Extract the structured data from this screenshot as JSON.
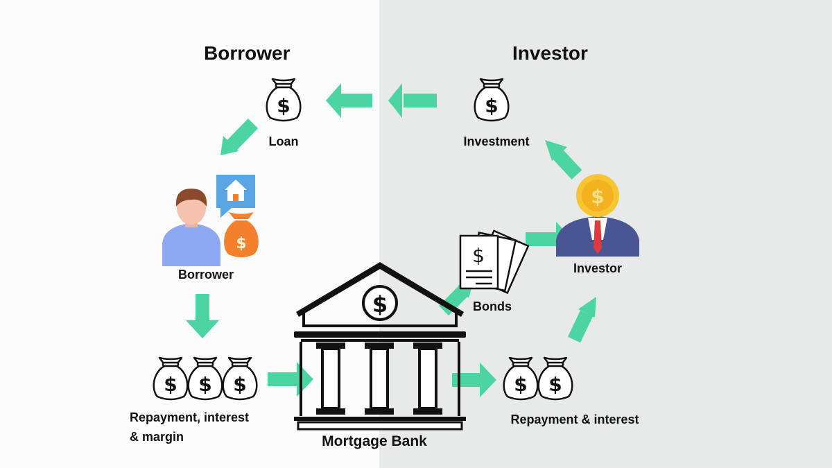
{
  "headings": {
    "left": "Borrower",
    "right": "Investor"
  },
  "labels": {
    "loan": "Loan",
    "investment": "Investment",
    "borrower": "Borrower",
    "investor": "Investor",
    "bonds": "Bonds",
    "repayment_interest_margin_line1": "Repayment, interest",
    "repayment_interest_margin_line2": "& margin",
    "repayment_interest": "Repayment & interest",
    "mortgage_bank": "Mortgage Bank"
  },
  "icon_glyphs": {
    "dollar": "$"
  },
  "colors": {
    "arrow": "#4dd4a3",
    "left_bg": "#fbfbfb",
    "right_bg": "#e7eae8",
    "coin": "#f7c531",
    "suit": "#4a5694",
    "bubble": "#5aa6e4",
    "orange_bag": "#f47f2c",
    "shirt": "#8fa8f2",
    "hair": "#8a4a2b",
    "skin": "#f6c2b0"
  }
}
